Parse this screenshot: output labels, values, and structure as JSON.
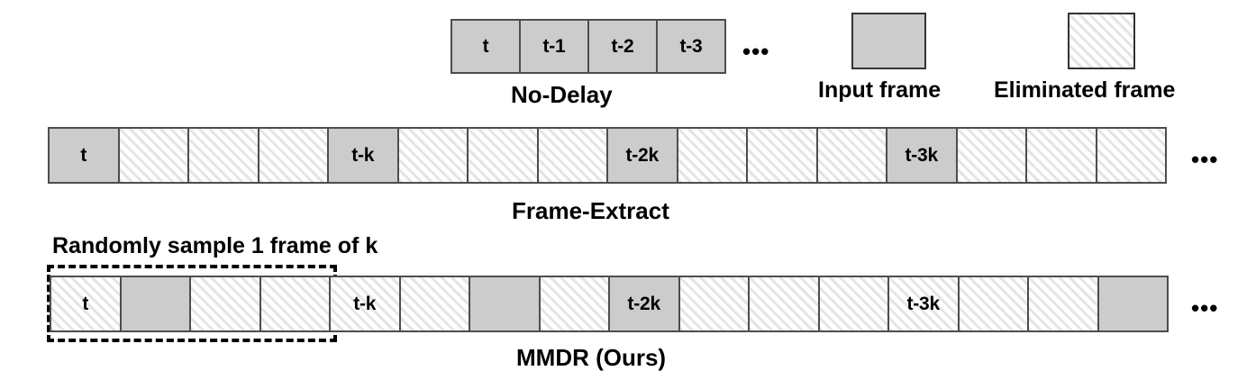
{
  "figure": {
    "legend": {
      "input": {
        "label": "Input frame",
        "swatch": "solid-gray-box",
        "color": "#cccccc"
      },
      "eliminated": {
        "label": "Eliminated frame",
        "swatch": "diagonal-hatched-box",
        "color": "#e4e4e4"
      }
    },
    "annotation": {
      "text": "Randomly sample 1 frame of k",
      "box_style": "dashed",
      "covers_cells": 4
    },
    "ellipsis": "•••",
    "rows": [
      {
        "name": "no-delay",
        "caption": "No-Delay",
        "cells": [
          {
            "label": "t",
            "type": "input"
          },
          {
            "label": "t-1",
            "type": "input"
          },
          {
            "label": "t-2",
            "type": "input"
          },
          {
            "label": "t-3",
            "type": "input"
          }
        ]
      },
      {
        "name": "frame-extract",
        "caption": "Frame-Extract",
        "cells": [
          {
            "label": "t",
            "type": "input"
          },
          {
            "label": "",
            "type": "eliminated"
          },
          {
            "label": "",
            "type": "eliminated"
          },
          {
            "label": "",
            "type": "eliminated"
          },
          {
            "label": "t-k",
            "type": "input"
          },
          {
            "label": "",
            "type": "eliminated"
          },
          {
            "label": "",
            "type": "eliminated"
          },
          {
            "label": "",
            "type": "eliminated"
          },
          {
            "label": "t-2k",
            "type": "input"
          },
          {
            "label": "",
            "type": "eliminated"
          },
          {
            "label": "",
            "type": "eliminated"
          },
          {
            "label": "",
            "type": "eliminated"
          },
          {
            "label": "t-3k",
            "type": "input"
          },
          {
            "label": "",
            "type": "eliminated"
          },
          {
            "label": "",
            "type": "eliminated"
          },
          {
            "label": "",
            "type": "eliminated"
          }
        ]
      },
      {
        "name": "mmdr",
        "caption": "MMDR (Ours)",
        "cells": [
          {
            "label": "t",
            "type": "eliminated"
          },
          {
            "label": "",
            "type": "input"
          },
          {
            "label": "",
            "type": "eliminated"
          },
          {
            "label": "",
            "type": "eliminated"
          },
          {
            "label": "t-k",
            "type": "eliminated"
          },
          {
            "label": "",
            "type": "eliminated"
          },
          {
            "label": "",
            "type": "input"
          },
          {
            "label": "",
            "type": "eliminated"
          },
          {
            "label": "t-2k",
            "type": "input"
          },
          {
            "label": "",
            "type": "eliminated"
          },
          {
            "label": "",
            "type": "eliminated"
          },
          {
            "label": "",
            "type": "eliminated"
          },
          {
            "label": "t-3k",
            "type": "eliminated"
          },
          {
            "label": "",
            "type": "eliminated"
          },
          {
            "label": "",
            "type": "eliminated"
          },
          {
            "label": "",
            "type": "input"
          }
        ]
      }
    ]
  }
}
